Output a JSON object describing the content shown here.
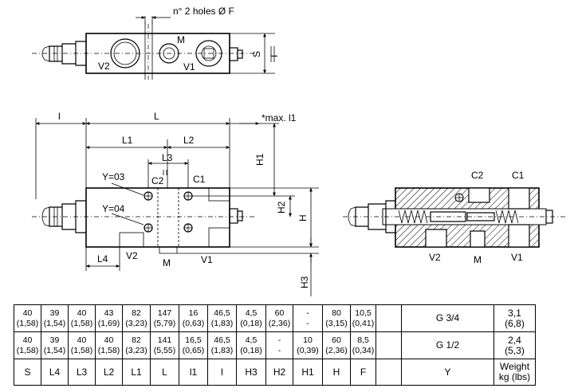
{
  "labels": {
    "holes_note": "n° 2 holes Ø F",
    "max_note": "*max. l1",
    "asterisk": "*",
    "M": "M",
    "V1": "V1",
    "V2": "V2",
    "C1": "C1",
    "C2": "C2",
    "S": "S",
    "I": "I",
    "l": "l",
    "L": "L",
    "L1": "L1",
    "L2": "L2",
    "L3": "L3",
    "L4": "L4",
    "H": "H",
    "H1": "H1",
    "H2": "H2",
    "H3": "H3",
    "Y03": "Y=03",
    "Y04": "Y=04"
  },
  "table": {
    "rows": [
      [
        "40",
        "(1,58)",
        "39",
        "(1,54)",
        "40",
        "(1,58)",
        "43",
        "(1,69)",
        "82",
        "(3,23)",
        "147",
        "(5,79)",
        "16",
        "(0,63)",
        "46,5",
        "(1,83)",
        "4,5",
        "(0,18)",
        "60",
        "(2,36)",
        "-",
        "-",
        "80",
        "(3,15)",
        "10,5",
        "(0,41)",
        "G 3/4",
        "3,1",
        "(6,8)"
      ],
      [
        "40",
        "(1,58)",
        "39",
        "(1,54)",
        "40",
        "(1,58)",
        "40",
        "(1,58)",
        "82",
        "(3,23)",
        "141",
        "(5,55)",
        "16,5",
        "(0,65)",
        "46,5",
        "(1,83)",
        "4,5",
        "(0,18)",
        "-",
        "-",
        "10",
        "(0,39)",
        "60",
        "(2,36)",
        "8,5",
        "(0,34)",
        "G 1/2",
        "2,4",
        "(5,3)"
      ]
    ],
    "header": [
      "S",
      "L4",
      "L3",
      "L2",
      "L1",
      "L",
      "l1",
      "l",
      "H3",
      "H2",
      "H1",
      "H",
      "F",
      "",
      "Y",
      "Weight",
      "kg (lbs)"
    ]
  }
}
